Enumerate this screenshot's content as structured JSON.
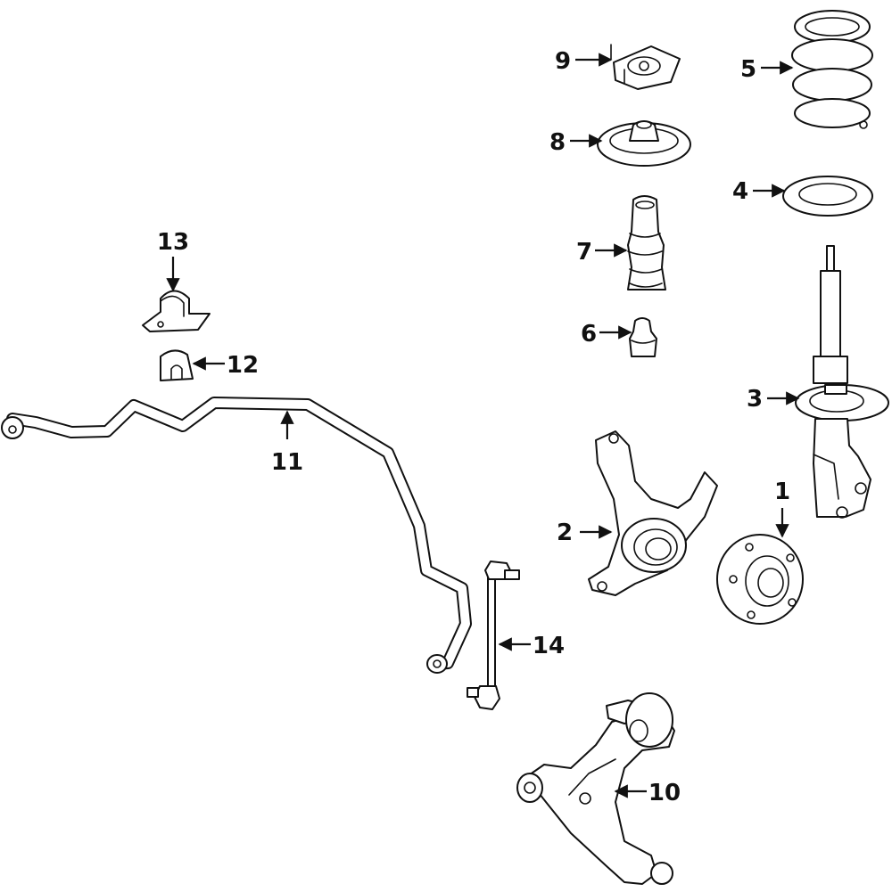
{
  "callouts": {
    "c1": "1",
    "c2": "2",
    "c3": "3",
    "c4": "4",
    "c5": "5",
    "c6": "6",
    "c7": "7",
    "c8": "8",
    "c9": "9",
    "c10": "10",
    "c11": "11",
    "c12": "12",
    "c13": "13",
    "c14": "14"
  },
  "colors": {
    "line": "#111111",
    "background": "#ffffff"
  }
}
